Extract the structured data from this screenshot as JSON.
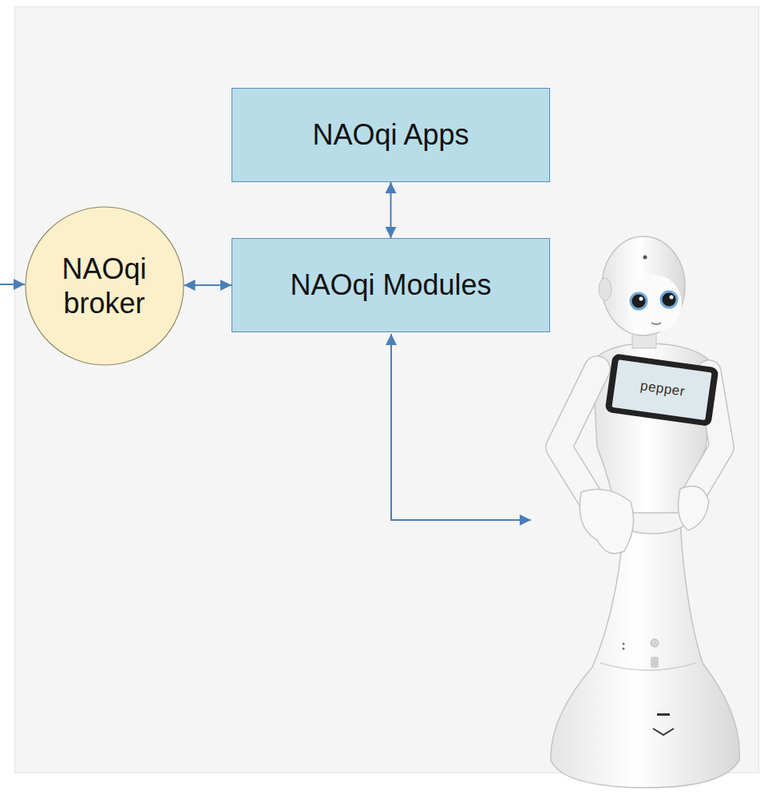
{
  "diagram": {
    "nodes": [
      {
        "text": [
          "NAOqi Apps"
        ]
      },
      {
        "text": [
          "NAOqi broker"
        ]
      },
      {
        "text": [
          "NAOqi Modules"
        ]
      }
    ],
    "edges": [
      {
        "from": 0,
        "to": 2,
        "arrow": "both"
      },
      {
        "from": 1,
        "to": 2,
        "arrow": "both"
      }
    ],
    "labels": [
      "pepper"
    ]
  }
}
